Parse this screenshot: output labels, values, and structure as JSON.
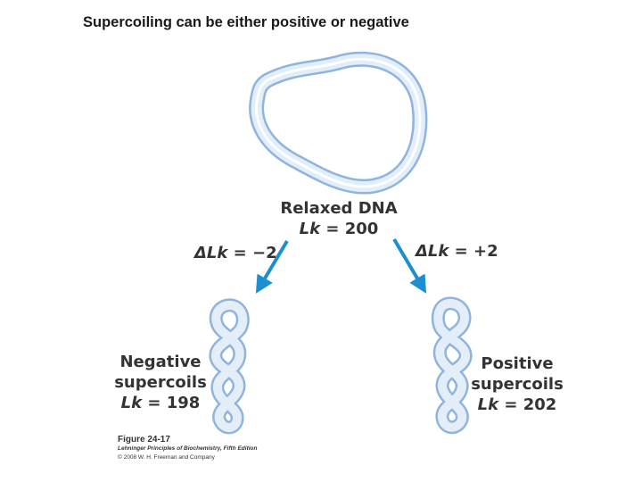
{
  "slide_title": "Supercoiling can be either positive or negative",
  "relaxed": {
    "name": "Relaxed DNA",
    "lk_symbol": "Lk",
    "lk_value": "= 200"
  },
  "negative": {
    "delta_symbol": "ΔLk",
    "delta_value": "= −2",
    "line1": "Negative",
    "line2": "supercoils",
    "lk_symbol": "Lk",
    "lk_value": "= 198"
  },
  "positive": {
    "delta_symbol": "ΔLk",
    "delta_value": "= +2",
    "line1": "Positive",
    "line2": "supercoils",
    "lk_symbol": "Lk",
    "lk_value": "= 202"
  },
  "caption": {
    "figure": "Figure 24-17",
    "book": "Lehninger Principles of Biochemistry, Fifth Edition",
    "copyright": "© 2008 W. H. Freeman and Company"
  },
  "colors": {
    "dna_fill": "#dbe9f6",
    "dna_stroke": "#8fb4de",
    "arrow": "#1b8fd0",
    "text": "#333334"
  },
  "icons": [
    "relaxed-dna-loop-icon",
    "negative-supercoil-icon",
    "positive-supercoil-icon",
    "arrow-down-left-icon",
    "arrow-down-right-icon"
  ]
}
